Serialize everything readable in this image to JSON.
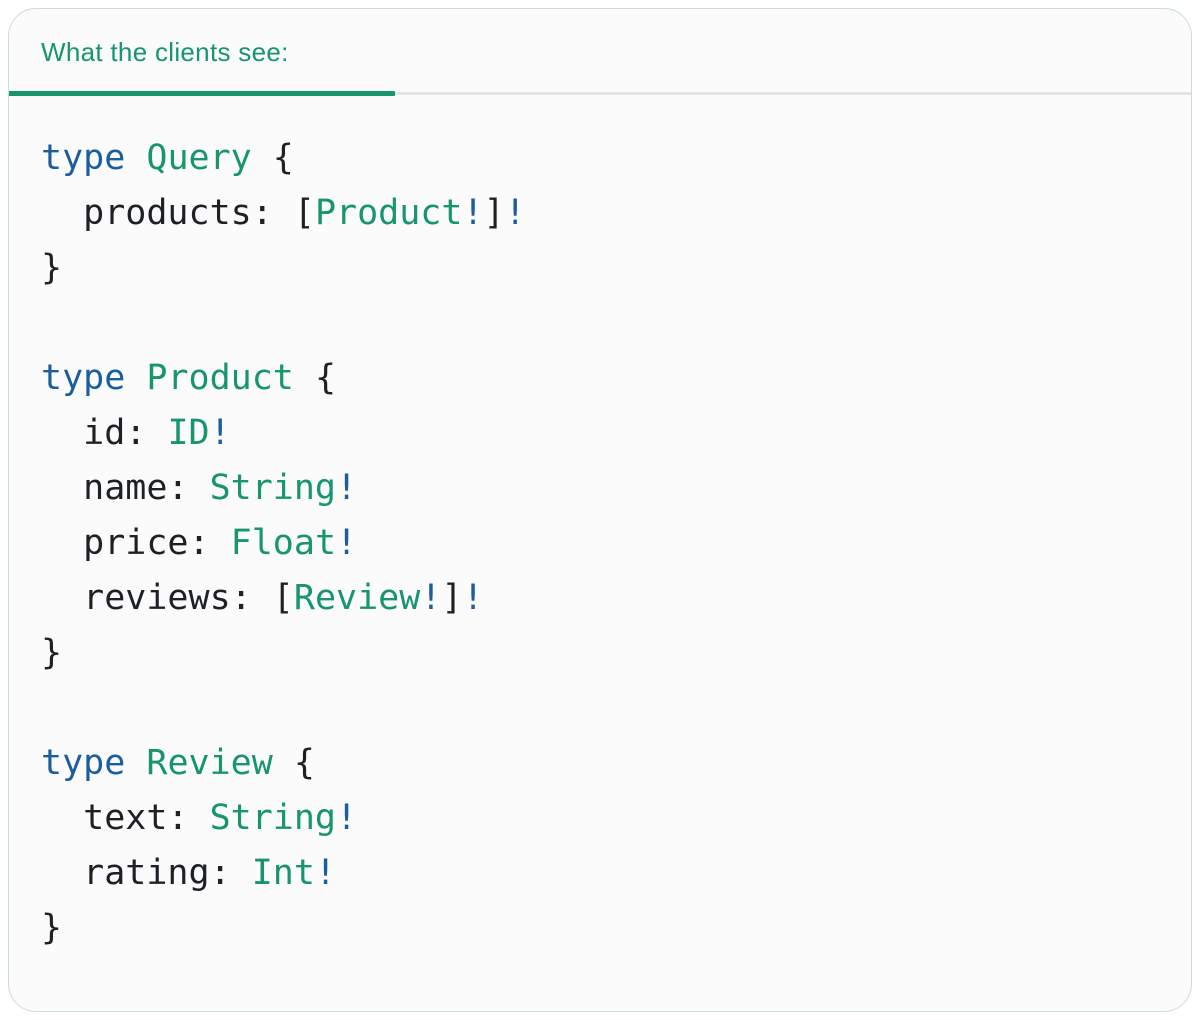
{
  "header": {
    "tab_label": "What the clients see:"
  },
  "colors": {
    "teal": "#16956f",
    "blue": "#1b5e9e",
    "ink": "#1d2126",
    "divider": "#e4e4e4",
    "card_border": "#c9e1d3",
    "card_bg": "#fbfbfb",
    "page_bg": "#ffffff"
  },
  "code": {
    "lines": [
      [
        [
          "type",
          "kw"
        ],
        [
          " ",
          "pl"
        ],
        [
          "Query",
          "ty"
        ],
        [
          " {",
          "pl"
        ]
      ],
      [
        [
          "  products: [",
          "pl"
        ],
        [
          "Product",
          "ty"
        ],
        [
          "!",
          "kw"
        ],
        [
          "]",
          "pl"
        ],
        [
          "!",
          "kw"
        ]
      ],
      [
        [
          "}",
          "pl"
        ]
      ],
      [],
      [
        [
          "type",
          "kw"
        ],
        [
          " ",
          "pl"
        ],
        [
          "Product",
          "ty"
        ],
        [
          " {",
          "pl"
        ]
      ],
      [
        [
          "  id: ",
          "pl"
        ],
        [
          "ID",
          "ty"
        ],
        [
          "!",
          "kw"
        ]
      ],
      [
        [
          "  name: ",
          "pl"
        ],
        [
          "String",
          "ty"
        ],
        [
          "!",
          "kw"
        ]
      ],
      [
        [
          "  price: ",
          "pl"
        ],
        [
          "Float",
          "ty"
        ],
        [
          "!",
          "kw"
        ]
      ],
      [
        [
          "  reviews: [",
          "pl"
        ],
        [
          "Review",
          "ty"
        ],
        [
          "!",
          "kw"
        ],
        [
          "]",
          "pl"
        ],
        [
          "!",
          "kw"
        ]
      ],
      [
        [
          "}",
          "pl"
        ]
      ],
      [],
      [
        [
          "type",
          "kw"
        ],
        [
          " ",
          "pl"
        ],
        [
          "Review",
          "ty"
        ],
        [
          " {",
          "pl"
        ]
      ],
      [
        [
          "  text: ",
          "pl"
        ],
        [
          "String",
          "ty"
        ],
        [
          "!",
          "kw"
        ]
      ],
      [
        [
          "  rating: ",
          "pl"
        ],
        [
          "Int",
          "ty"
        ],
        [
          "!",
          "kw"
        ]
      ],
      [
        [
          "}",
          "pl"
        ]
      ]
    ]
  }
}
